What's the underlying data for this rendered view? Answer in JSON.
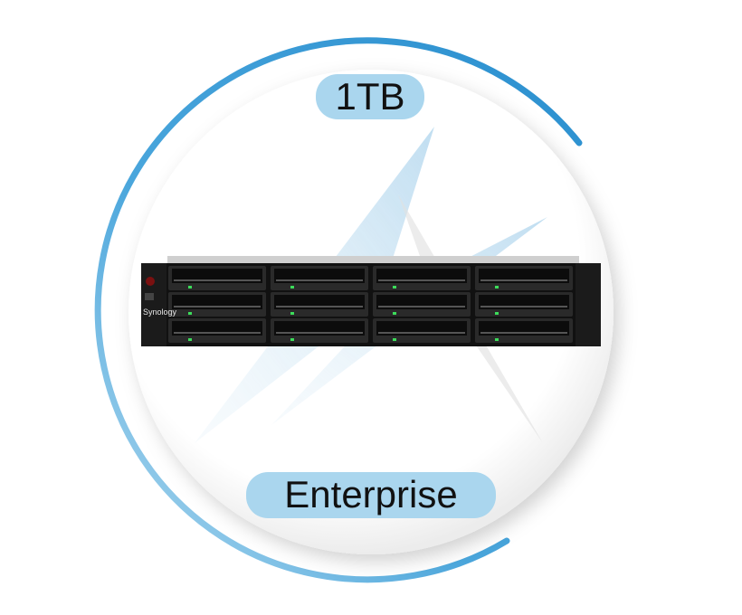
{
  "badge": {
    "capacity": "1TB",
    "tier": "Enterprise"
  },
  "device": {
    "brand_logo": "Synology",
    "bays": 12,
    "rows": 3,
    "columns": 4
  },
  "colors": {
    "ring": "#3a9fd4",
    "pill": "#aad6ee",
    "led": "#3cdc5a"
  }
}
